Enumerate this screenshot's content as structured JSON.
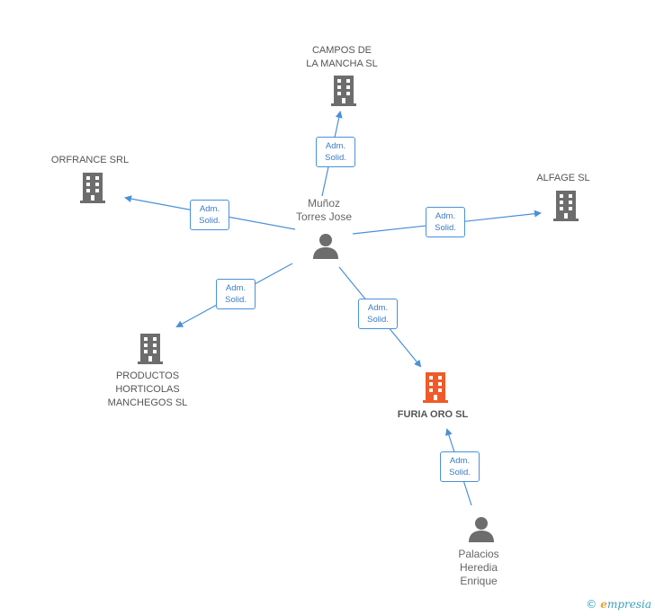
{
  "colors": {
    "edge": "#4a90d9",
    "building": "#6d6d6d",
    "focus_building": "#f05a28",
    "person": "#6d6d6d"
  },
  "relation_label": {
    "line1": "Adm.",
    "line2": "Solid."
  },
  "nodes": {
    "campos": {
      "label": "CAMPOS DE\nLA MANCHA SL",
      "icon": "building-icon"
    },
    "orfrance": {
      "label": "ORFRANCE SRL",
      "icon": "building-icon"
    },
    "alfage": {
      "label": "ALFAGE SL",
      "icon": "building-icon"
    },
    "productos": {
      "label": "PRODUCTOS\nHORTICOLAS\nMANCHEGOS SL",
      "icon": "building-icon"
    },
    "furia": {
      "label": "FURIA ORO SL",
      "icon": "building-icon"
    },
    "munoz": {
      "label": "Muñoz\nTorres Jose",
      "icon": "person-icon"
    },
    "palacios": {
      "label": "Palacios\nHeredia\nEnrique",
      "icon": "person-icon"
    }
  },
  "footer": {
    "copyright": "©",
    "brand_initial": "e",
    "brand_rest": "mpresia"
  }
}
